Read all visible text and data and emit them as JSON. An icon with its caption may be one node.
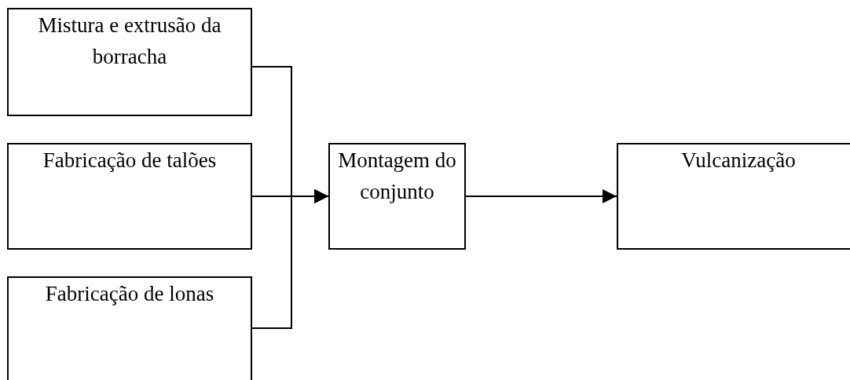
{
  "diagram": {
    "nodes": [
      {
        "text": [
          "Mistura e extrusão da borracha"
        ]
      },
      {
        "text": [
          "Fabricação de talões"
        ]
      },
      {
        "text": [
          "Fabricação de lonas"
        ]
      },
      {
        "text": [
          "Montagem do conjunto"
        ]
      },
      {
        "text": [
          "Vulcanização"
        ]
      }
    ],
    "edges": [
      {
        "from": 0,
        "to": 3,
        "arrow": "to"
      },
      {
        "from": 1,
        "to": 3,
        "arrow": "to"
      },
      {
        "from": 2,
        "to": 3,
        "arrow": "to"
      },
      {
        "from": 3,
        "to": 4,
        "arrow": "to"
      }
    ]
  }
}
